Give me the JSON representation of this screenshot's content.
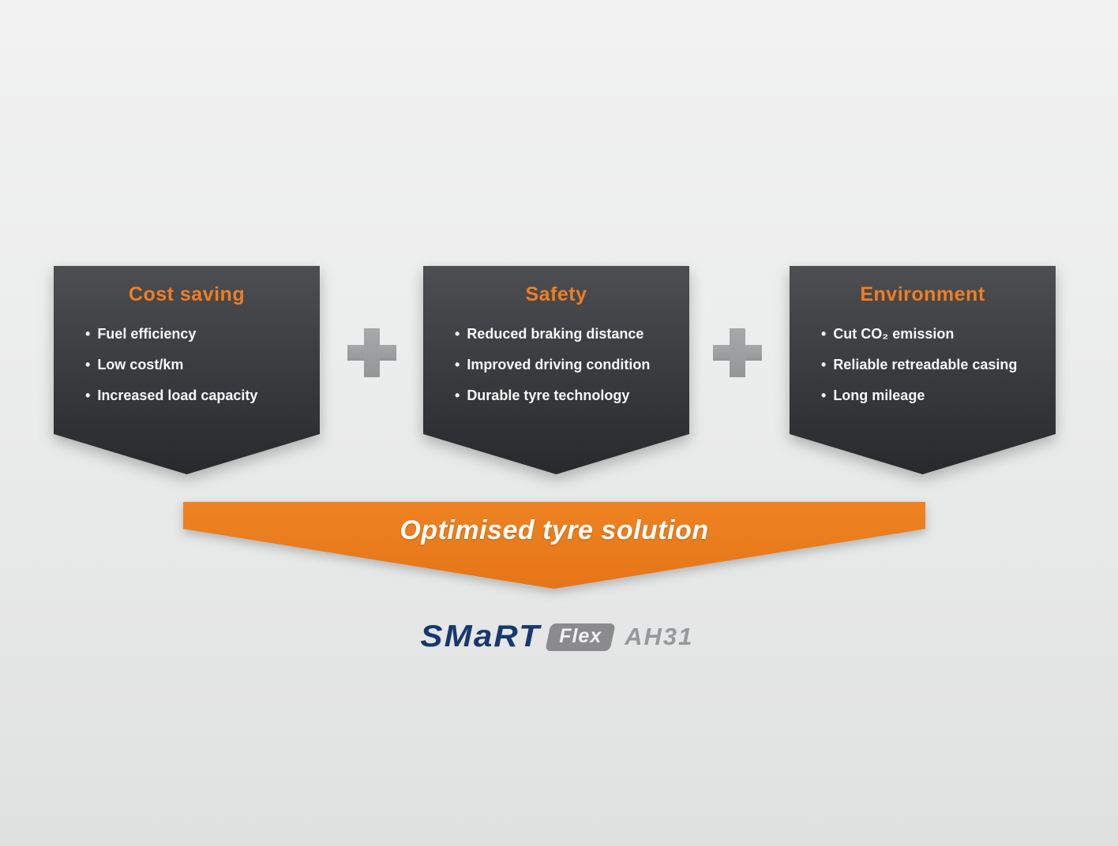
{
  "glyphs": {
    "bullet": "•"
  },
  "colors": {
    "accent_orange": "#E87A1C",
    "panel_title_orange": "#F07E22",
    "panel_dark_top": "#4C4E51",
    "panel_dark_bottom": "#28292C",
    "plus_gray": "#9DA0A2",
    "brand_navy": "#17386E",
    "badge_gray": "#8B8B8D",
    "model_gray": "#96989B",
    "background_gray": "#E8E9E9"
  },
  "panels": [
    {
      "title": "Cost saving",
      "bullets": [
        "Fuel efficiency",
        "Low cost/km",
        "Increased load capacity"
      ]
    },
    {
      "title": "Safety",
      "bullets": [
        "Reduced braking distance",
        "Improved driving condition",
        "Durable tyre technology"
      ]
    },
    {
      "title": "Environment",
      "bullets": [
        "Cut CO₂ emission",
        "Reliable retreadable casing",
        "Long mileage"
      ]
    }
  ],
  "banner": {
    "label": "Optimised tyre solution"
  },
  "logo": {
    "brand": "SMaRT",
    "badge": "Flex",
    "model": "AH31"
  }
}
